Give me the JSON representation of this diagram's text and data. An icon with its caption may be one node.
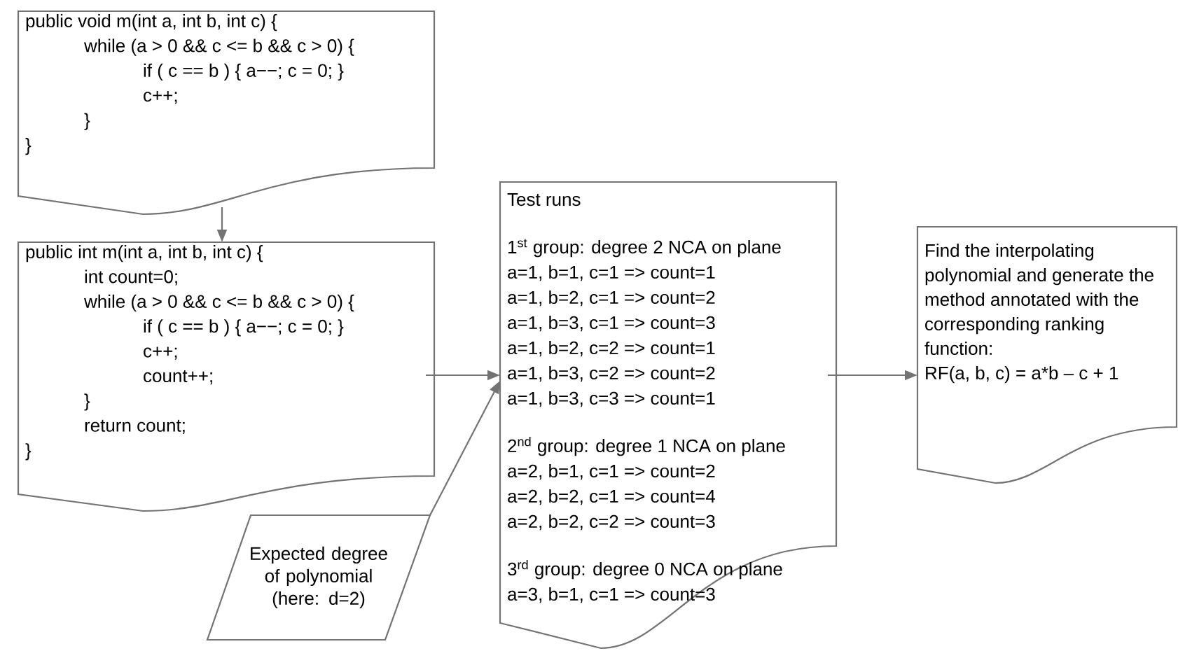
{
  "diagram": {
    "nodes": [
      {
        "text": [
          "public void m(int a, int b, int c) {",
          "while (a > 0 && c <= b && c > 0) {",
          "if ( c == b ) { a−−; c = 0; }",
          "c++;",
          "}",
          "}"
        ]
      },
      {
        "text": [
          "public int m(int a, int b, int c) {",
          "int count=0;",
          "while (a > 0 && c <= b && c > 0) {",
          "if ( c == b ) { a−−; c = 0; }",
          "c++;",
          "count++;",
          "}",
          "return count;",
          "}"
        ]
      },
      {
        "text": [
          "Expected degree of polynomial (here: d=2)"
        ]
      },
      {
        "text": [
          "Test runs",
          "1$^{st}$ group: degree 2 NCA on plane",
          "a=1, b=1, c=1 => count=1",
          "a=1, b=2, c=1 => count=2",
          "a=1, b=3, c=1 => count=3",
          "a=1, b=2, c=2 => count=1",
          "a=1, b=3, c=2 => count=2",
          "a=1, b=3, c=3 => count=1",
          "2$^{nd}$ group: degree 1 NCA on plane",
          "a=2, b=1, c=1 => count=2",
          "a=2, b=2, c=1 => count=4",
          "a=2, b=2, c=2 => count=3",
          "3$^{rd}$ group: degree 0 NCA on plane",
          "a=3, b=1, c=1 => count=3"
        ]
      },
      {
        "text": [
          "Find the interpolating polynomial and generate the method annotated with the corresponding ranking function:",
          "RF(a, b, c) = a*b – c + 1"
        ]
      }
    ],
    "edges": [
      {
        "from": 0,
        "to": 1,
        "arrow": "to"
      },
      {
        "from": 1,
        "to": 3,
        "arrow": "to"
      },
      {
        "from": 2,
        "to": 3,
        "arrow": "to"
      },
      {
        "from": 3,
        "to": 4,
        "arrow": "to"
      }
    ]
  }
}
